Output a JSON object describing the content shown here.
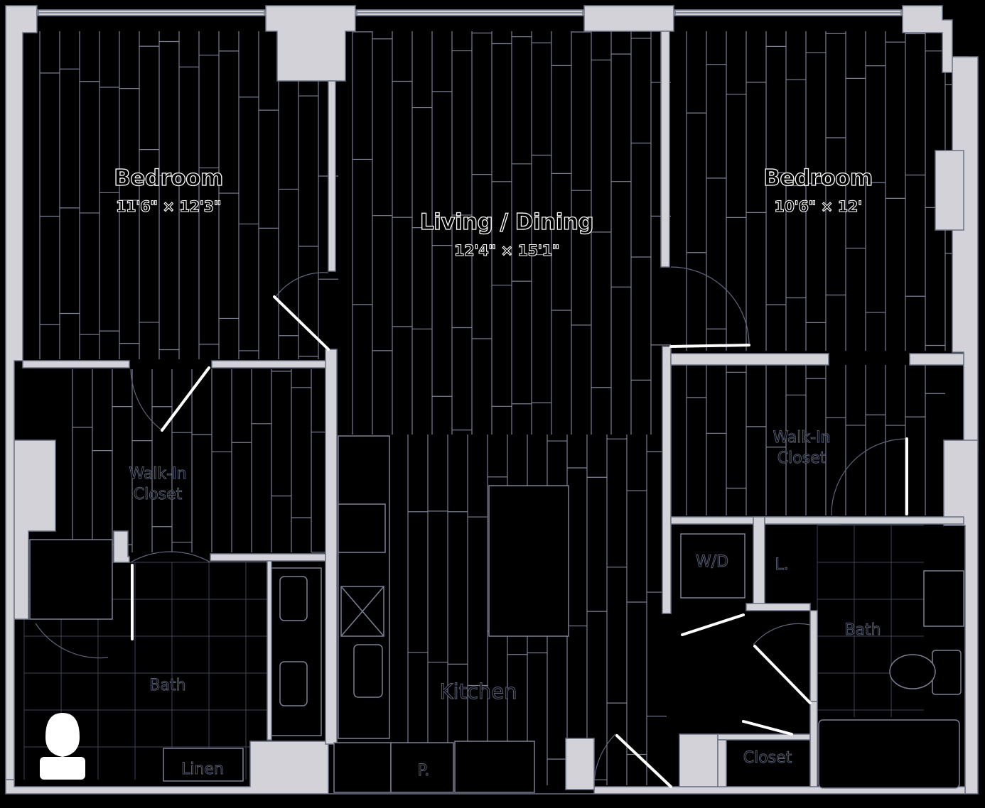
{
  "rooms": {
    "bedroom_left": {
      "name": "Bedroom",
      "dims": "11'6\" × 12'3\""
    },
    "living": {
      "name": "Living / Dining",
      "dims": "12'4\" × 15'1\""
    },
    "bedroom_right": {
      "name": "Bedroom",
      "dims": "10'6\" × 12'"
    },
    "closet_left": {
      "line1": "Walk-In",
      "line2": "Closet"
    },
    "closet_right": {
      "line1": "Walk-In",
      "line2": "Closet"
    },
    "bath_left": {
      "name": "Bath"
    },
    "bath_right": {
      "name": "Bath"
    },
    "kitchen": {
      "name": "Kitchen"
    },
    "linen": {
      "name": "Linen"
    },
    "pantry": {
      "name": "P."
    },
    "laundry": {
      "name": "W/D"
    },
    "linen_small": {
      "name": "L."
    },
    "closet_hall": {
      "name": "Closet"
    }
  },
  "colors": {
    "background": "#000000",
    "wall": "#d4d2d9",
    "outline": "#6b7286",
    "door": "#ffffff"
  }
}
